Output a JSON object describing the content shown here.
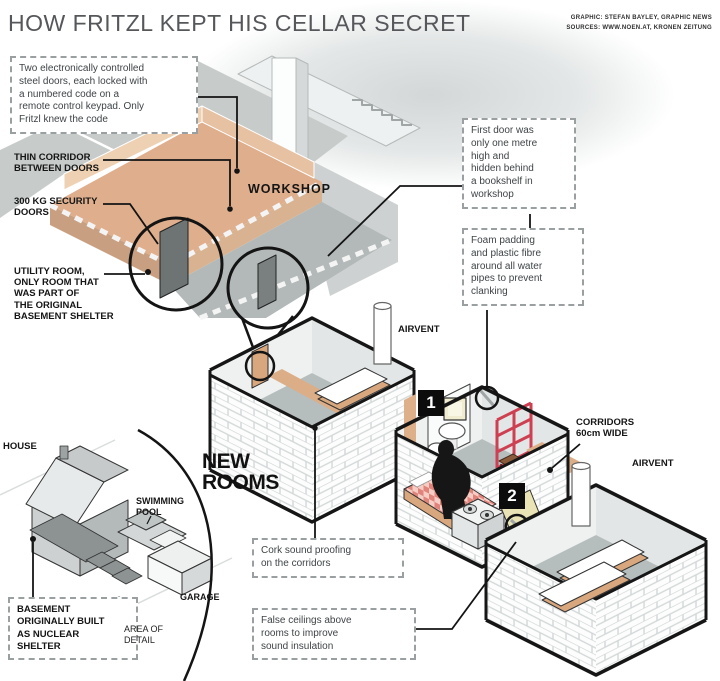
{
  "header": {
    "title": "HOW FRITZL KEPT HIS CELLAR SECRET",
    "credits": [
      "GRAPHIC: STEFAN BAYLEY, GRAPHIC NEWS",
      "SOURCES: WWW.NOEN.AT, KRONEN ZEITUNG"
    ]
  },
  "notes": {
    "steel_doors": "Two electronically controlled\nsteel doors, each locked with\na numbered code on a\nremote control keypad. Only\nFritzl knew the code",
    "first_door": "First door was\nonly one metre\nhigh and\nhidden behind\na bookshelf in\nworkshop",
    "foam_padding": "Foam padding\nand plastic fibre\naround all water\npipes to prevent\nclanking",
    "cork": "Cork sound proofing\non the corridors",
    "false_ceilings": "False ceilings above\nrooms to improve\nsound insulation",
    "basement_shelter": "BASEMENT\nORIGINALLY BUILT\nAS NUCLEAR\nSHELTER"
  },
  "labels": {
    "thin_corridor": "THIN CORRIDOR\nBETWEEN DOORS",
    "security_doors": "300 KG SECURITY\nDOORS",
    "utility_room": "UTILITY ROOM,\nONLY ROOM THAT\nWAS PART OF\nTHE ORIGINAL\nBASEMENT SHELTER",
    "workshop": "WORKSHOP",
    "airvent_left": "AIRVENT",
    "airvent_right": "AIRVENT",
    "corridors": "CORRIDORS\n60cm WIDE",
    "new_rooms": "NEW\nROOMS",
    "house": "HOUSE",
    "swimming_pool": "SWIMMING\nPOOL",
    "garage": "GARAGE",
    "area_of_detail": "AREA OF\nDETAIL"
  },
  "badges": {
    "one": "1",
    "two": "2"
  },
  "colors": {
    "floor_tan": "#dfae8d",
    "corridor_tan": "#dcae87",
    "slab_grey": "#c7cbca",
    "room_floor_grey": "#b6bdbd",
    "accent_red": "#cf3f52",
    "bed_check_red": "#e0837a",
    "outline_black": "#141414"
  }
}
